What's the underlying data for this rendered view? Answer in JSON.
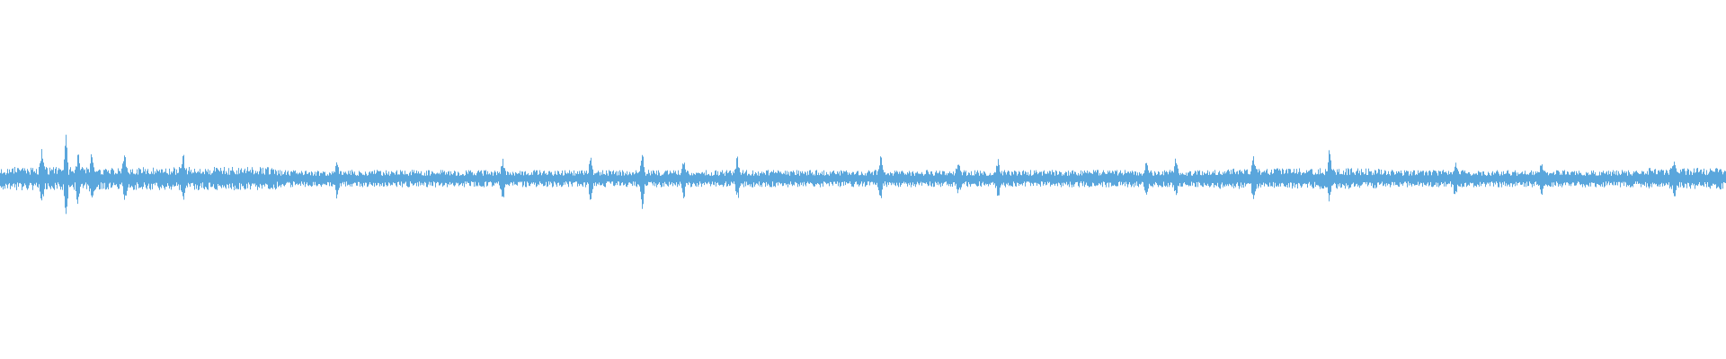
{
  "waveform": {
    "color": "#5aa6dc",
    "background": "#ffffff",
    "baseline_amplitude": 0.022,
    "noise_seed": 17,
    "transients": [
      {
        "pos": 0.024,
        "amp": 0.07
      },
      {
        "pos": 0.038,
        "amp": 0.115
      },
      {
        "pos": 0.045,
        "amp": 0.055
      },
      {
        "pos": 0.053,
        "amp": 0.05
      },
      {
        "pos": 0.072,
        "amp": 0.045
      },
      {
        "pos": 0.106,
        "amp": 0.05
      },
      {
        "pos": 0.195,
        "amp": 0.045
      },
      {
        "pos": 0.291,
        "amp": 0.05
      },
      {
        "pos": 0.342,
        "amp": 0.06
      },
      {
        "pos": 0.372,
        "amp": 0.075
      },
      {
        "pos": 0.396,
        "amp": 0.045
      },
      {
        "pos": 0.427,
        "amp": 0.05
      },
      {
        "pos": 0.51,
        "amp": 0.055
      },
      {
        "pos": 0.555,
        "amp": 0.04
      },
      {
        "pos": 0.578,
        "amp": 0.045
      },
      {
        "pos": 0.664,
        "amp": 0.04
      },
      {
        "pos": 0.681,
        "amp": 0.045
      },
      {
        "pos": 0.726,
        "amp": 0.05
      },
      {
        "pos": 0.77,
        "amp": 0.06
      },
      {
        "pos": 0.843,
        "amp": 0.045
      },
      {
        "pos": 0.893,
        "amp": 0.035
      },
      {
        "pos": 0.97,
        "amp": 0.04
      }
    ],
    "dense_regions": [
      {
        "start": 0.0,
        "end": 0.16,
        "gain": 1.35
      },
      {
        "start": 0.7,
        "end": 0.8,
        "gain": 1.2
      },
      {
        "start": 0.955,
        "end": 1.0,
        "gain": 1.25
      }
    ]
  }
}
